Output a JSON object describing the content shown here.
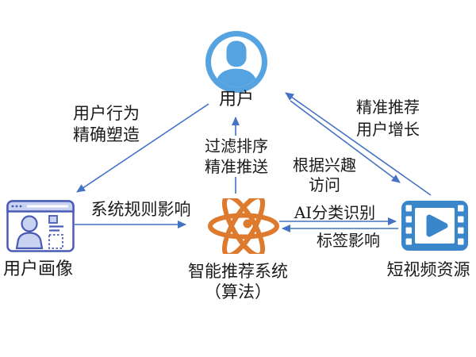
{
  "colors": {
    "arrow": "#4472C4",
    "user_icon_blue": "#55A3E0",
    "video_icon_blue": "#3A86CA",
    "atom_orange": "#DE7A2E",
    "portrait_outline": "#4A5BB5",
    "portrait_fill": "#C9D2F0",
    "text": "#1A1A1A"
  },
  "nodes": {
    "user": {
      "label": "用户",
      "icon": "user-avatar-icon"
    },
    "user_portrait": {
      "label": "用户画像",
      "icon": "profile-card-icon"
    },
    "recommendation_system": {
      "label_line1": "智能推荐系统",
      "label_line2": "（算法）",
      "icon": "atom-icon"
    },
    "short_video": {
      "label": "短视频资源",
      "icon": "video-film-icon"
    }
  },
  "edges": {
    "user_to_portrait": {
      "from": "用户",
      "to": "用户画像",
      "label_line1": "用户行为",
      "label_line2": "精确塑造"
    },
    "system_to_user": {
      "from": "智能推荐系统（算法）",
      "to": "用户",
      "label_line1": "过滤排序",
      "label_line2": "精准推送"
    },
    "video_to_user": {
      "from": "短视频资源",
      "to": "用户",
      "label_line1": "精准推荐",
      "label_line2": "用户增长"
    },
    "user_to_video": {
      "from": "用户",
      "to": "短视频资源",
      "label_line1": "根据兴趣",
      "label_line2": "访问"
    },
    "portrait_to_system": {
      "from": "用户画像",
      "to": "智能推荐系统（算法）",
      "label": "系统规则影响"
    },
    "system_to_video": {
      "from": "智能推荐系统（算法）",
      "to": "短视频资源",
      "label": "AI分类识别"
    },
    "video_to_system": {
      "from": "短视频资源",
      "to": "智能推荐系统（算法）",
      "label": "标签影响"
    }
  }
}
